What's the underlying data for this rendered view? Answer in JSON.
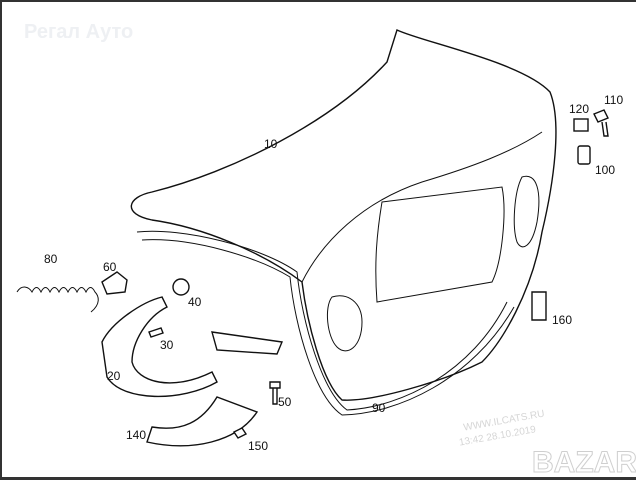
{
  "watermark": {
    "brand": "Регал Ауто",
    "site": "WWW.ILCATS.RU",
    "timestamp": "13:42 28.10.2019",
    "logo": "BAZAR"
  },
  "parts": [
    {
      "id": "trunk-lid",
      "label": "10"
    },
    {
      "id": "clip",
      "label": "120"
    },
    {
      "id": "screw",
      "label": "110"
    },
    {
      "id": "nut",
      "label": "100"
    },
    {
      "id": "bracket",
      "label": "60"
    },
    {
      "id": "spring",
      "label": "80"
    },
    {
      "id": "grommet",
      "label": "40"
    },
    {
      "id": "bolt",
      "label": "30"
    },
    {
      "id": "buffer",
      "label": "160"
    },
    {
      "id": "hinge",
      "label": "20"
    },
    {
      "id": "hinge-bolt",
      "label": "50"
    },
    {
      "id": "seal",
      "label": "90"
    },
    {
      "id": "cover",
      "label": "140"
    },
    {
      "id": "rivet",
      "label": "150"
    }
  ]
}
